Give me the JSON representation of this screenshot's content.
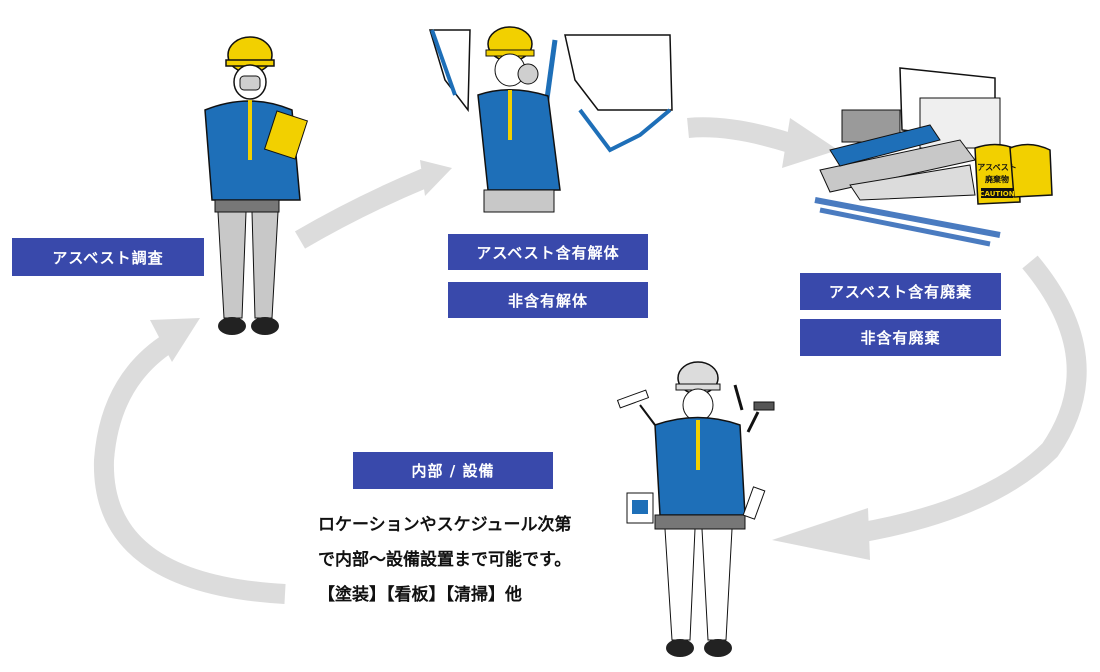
{
  "labels": {
    "survey": "アスベスト調査",
    "demolition_asbestos": "アスベスト含有解体",
    "demolition_non": "非含有解体",
    "disposal_asbestos": "アスベスト含有廃棄",
    "disposal_non": "非含有廃棄",
    "interior": "内部 / 設備"
  },
  "description": {
    "line1": "ロケーションやスケジュール次第",
    "line2": "で内部〜設備設置まで可能です。",
    "line3": "【塗装】【看板】【清掃】他"
  },
  "waste_bag": {
    "line1": "アスベスト",
    "line2": "廃棄物",
    "caution": "CAUTION"
  },
  "colors": {
    "label_bg": "#3949ab",
    "arrow": "#dcdcdc",
    "worker_blue": "#1e6fb8",
    "helmet": "#f2d000"
  }
}
